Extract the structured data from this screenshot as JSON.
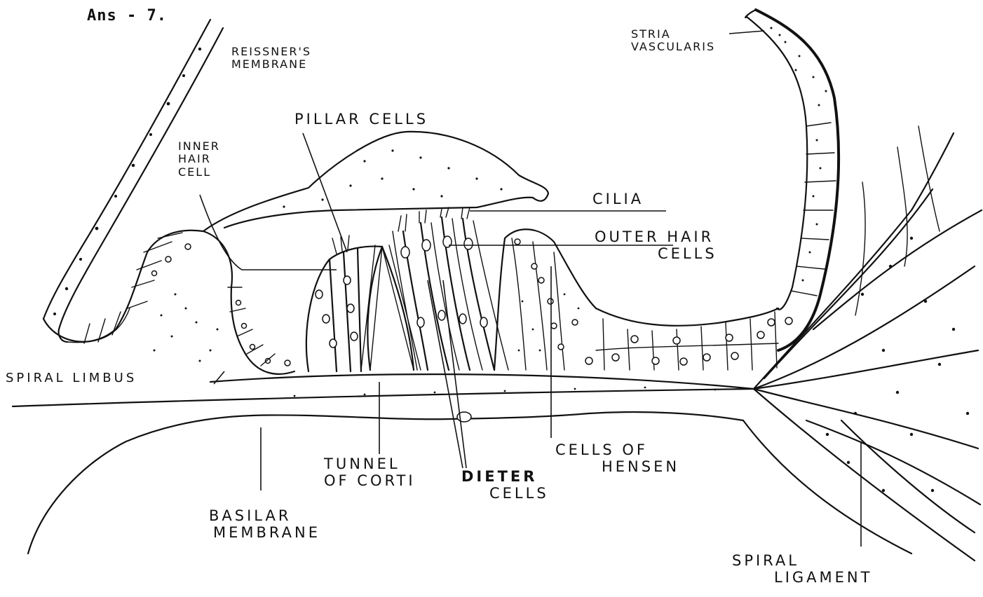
{
  "answer_label": "Ans - 7.",
  "labels": {
    "reissners_membrane": [
      "REISSNER'S",
      "MEMBRANE"
    ],
    "stria_vascularis": [
      "STRIA",
      "VASCULARIS"
    ],
    "pillar_cells": "PILLAR CELLS",
    "inner_hair_cell": [
      "INNER",
      "HAIR",
      "CELL"
    ],
    "cilia": "CILIA",
    "outer_hair_cells": [
      "OUTER HAIR",
      "CELLS"
    ],
    "spiral_limbus": "SPIRAL LIMBUS",
    "tunnel_of_corti": [
      "TUNNEL",
      "OF CORTI"
    ],
    "dieter_cells": [
      "DIETER",
      "CELLS"
    ],
    "cells_of_hensen": [
      "CELLS OF",
      "HENSEN"
    ],
    "basilar_membrane": [
      "BASILAR",
      "MEMBRANE"
    ],
    "spiral_ligament": [
      "SPIRAL",
      "LIGAMENT"
    ]
  }
}
